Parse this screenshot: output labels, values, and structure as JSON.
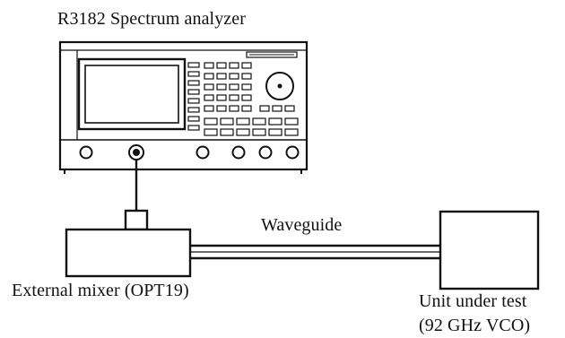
{
  "diagram": {
    "analyzer_label": "R3182 Spectrum analyzer",
    "waveguide_label": "Waveguide",
    "mixer_label": "External mixer (OPT19)",
    "uut_label_line1": "Unit under test",
    "uut_label_line2": "(92 GHz VCO)"
  },
  "colors": {
    "ink": "#111111",
    "screen_fill": "#ffffff",
    "panel_fill": "#ffffff"
  }
}
